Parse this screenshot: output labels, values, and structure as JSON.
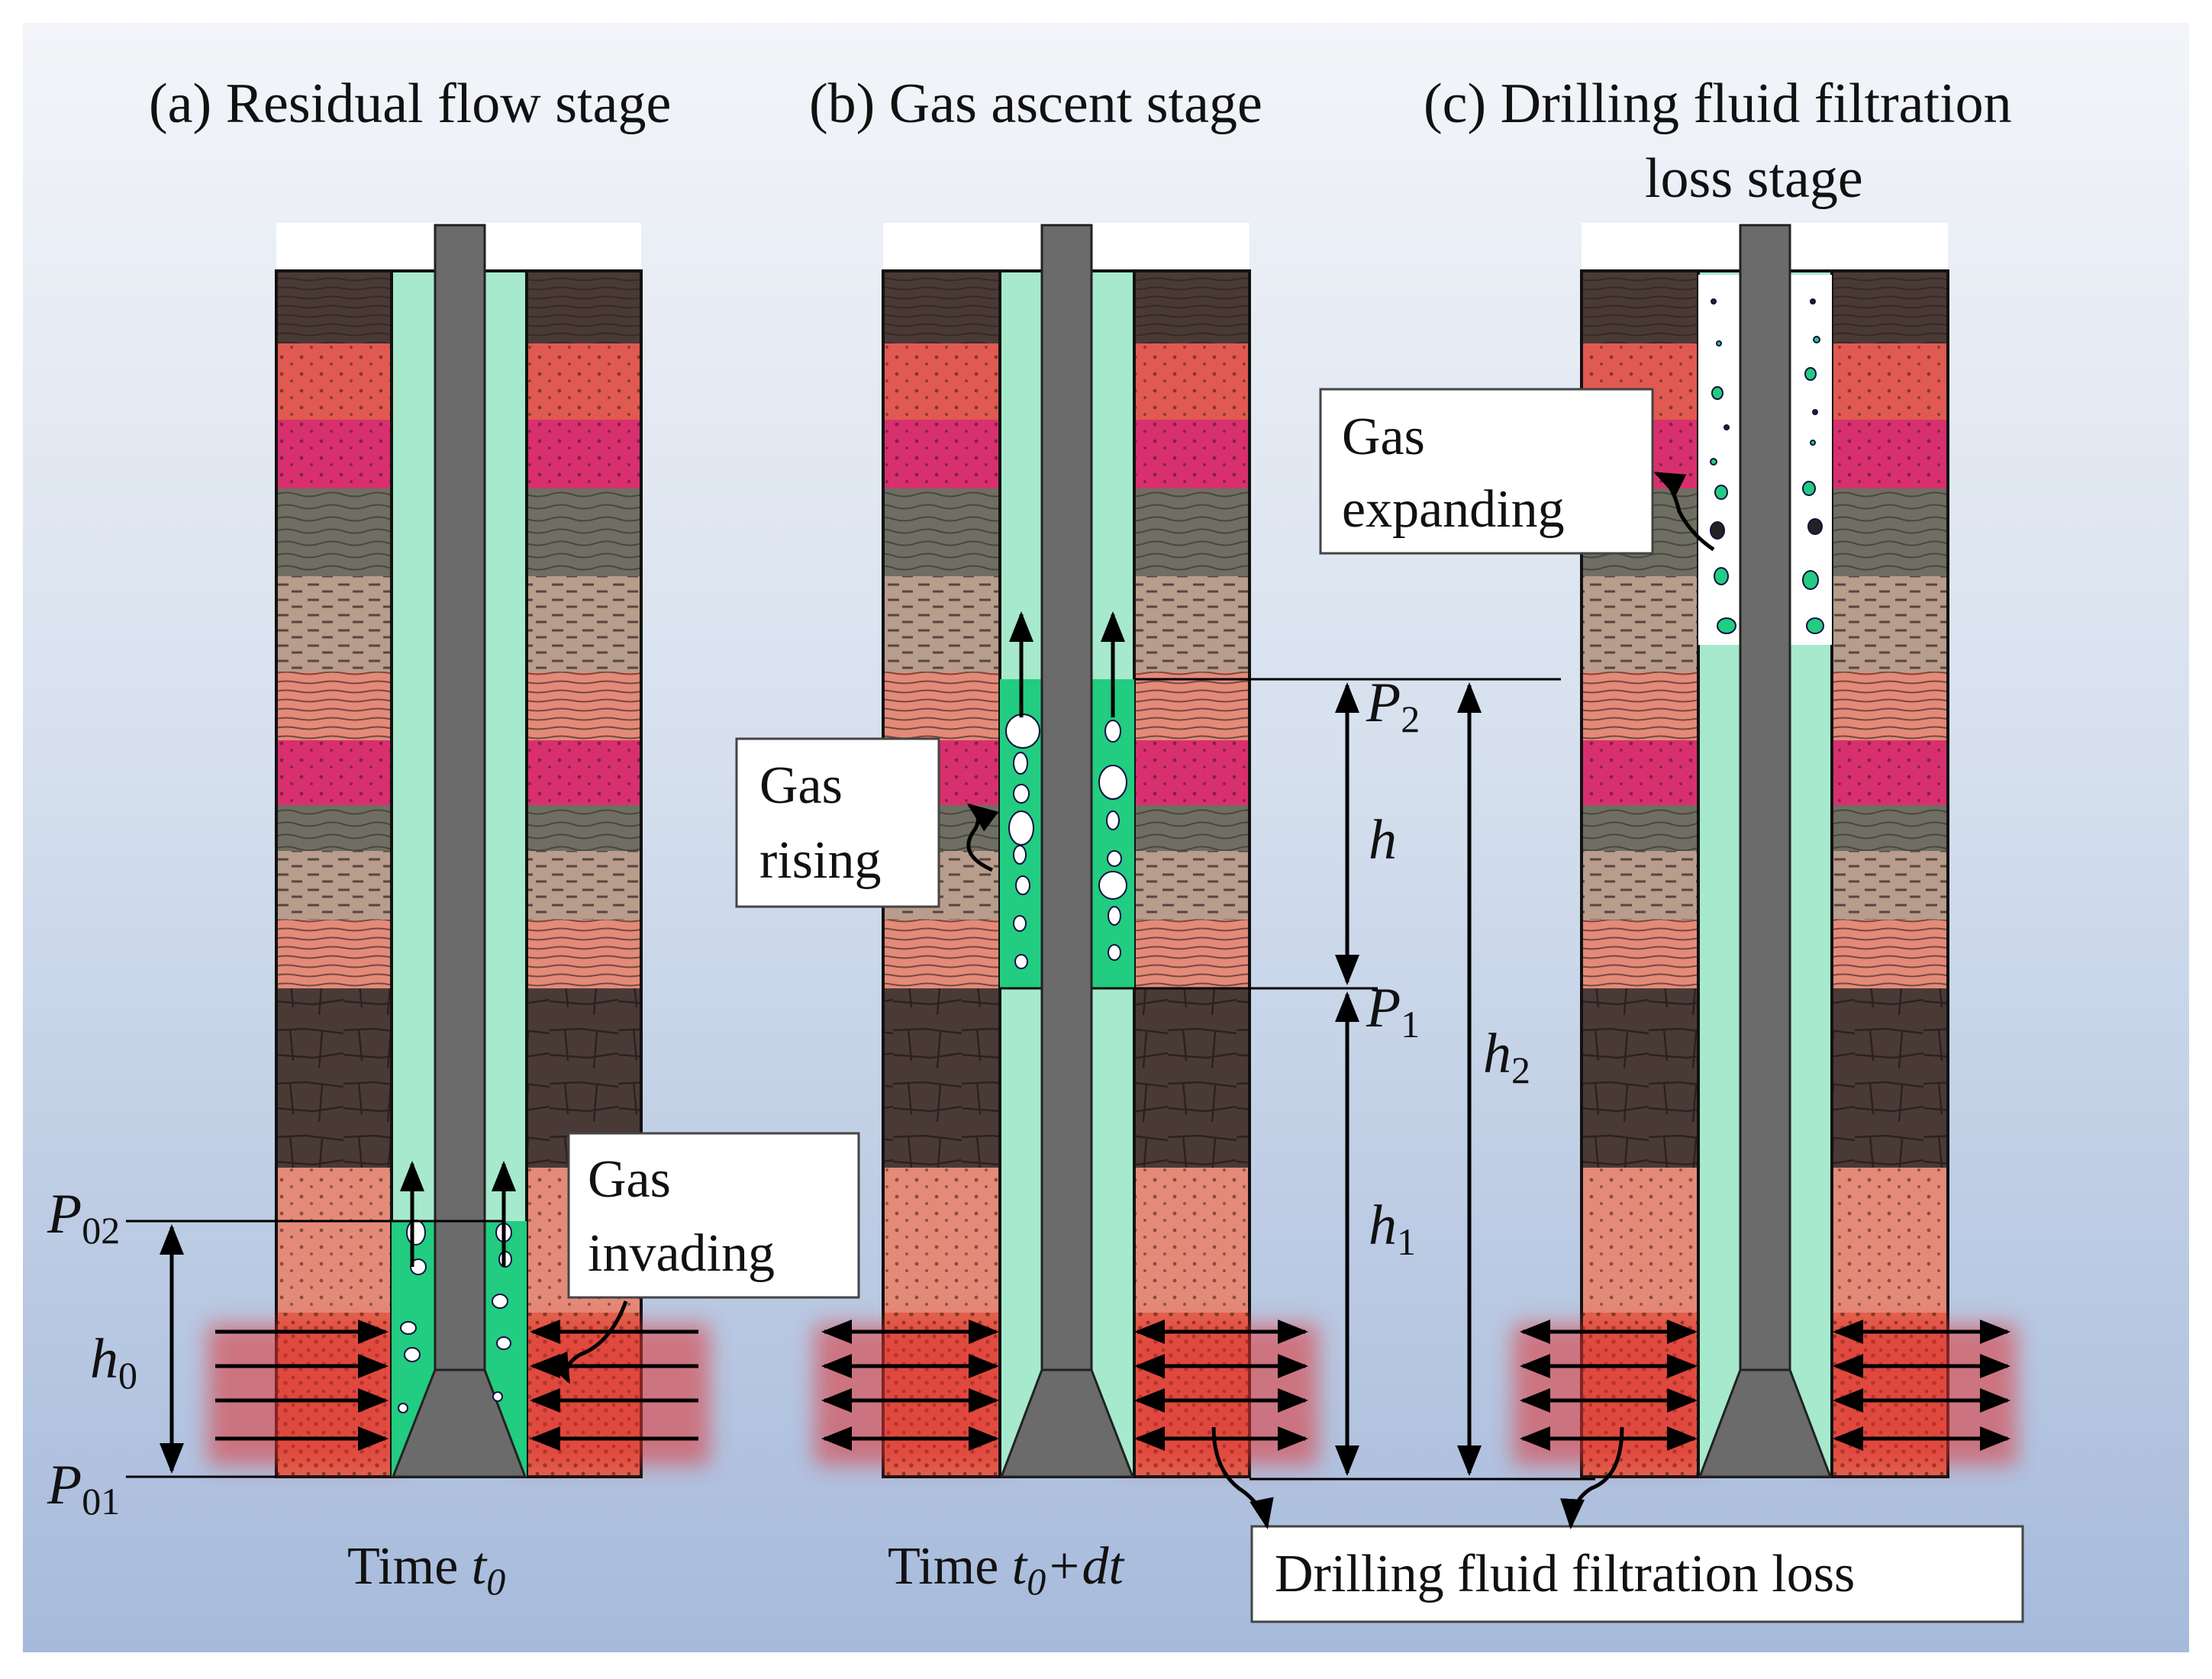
{
  "titles": {
    "a": "(a) Residual flow stage",
    "b": "(b) Gas ascent stage",
    "c_line1": "(c) Drilling fluid filtration",
    "c_line2": "loss stage"
  },
  "callouts": {
    "gas_invading_1": "Gas",
    "gas_invading_2": "invading",
    "gas_rising_1": "Gas",
    "gas_rising_2": "rising",
    "gas_expanding_1": "Gas",
    "gas_expanding_2": "expanding",
    "filtration_loss": "Drilling fluid filtration loss"
  },
  "time_labels": {
    "a_prefix": "Time ",
    "a_var": "t",
    "a_sub": "0",
    "b_prefix": "Time ",
    "b_var": "t",
    "b_sub": "0",
    "b_suffix": "+dt"
  },
  "symbols": {
    "P02": {
      "base": "P",
      "sub": "02"
    },
    "P01": {
      "base": "P",
      "sub": "01"
    },
    "h0": {
      "base": "h",
      "sub": "0"
    },
    "P2": {
      "base": "P",
      "sub": "2"
    },
    "P1": {
      "base": "P",
      "sub": "1"
    },
    "h": {
      "base": "h",
      "sub": ""
    },
    "h1": {
      "base": "h",
      "sub": "1"
    },
    "h2": {
      "base": "h",
      "sub": "2"
    }
  },
  "colors": {
    "background_top": "#f2f4f8",
    "background_bottom": "#a8bcd8",
    "drilling_fluid": "#a6e9cc",
    "gas_zone": "#22cc80",
    "drill_pipe": "#6b6b6b",
    "formation_dark": "#4a3a36",
    "formation_red": "#e05a52",
    "formation_magenta": "#d8306e",
    "formation_gray": "#6e6e62",
    "formation_tan": "#b89c8c",
    "formation_salmon": "#e48a78",
    "permeable_layer": "#e2644e",
    "glow": "#e03030"
  }
}
